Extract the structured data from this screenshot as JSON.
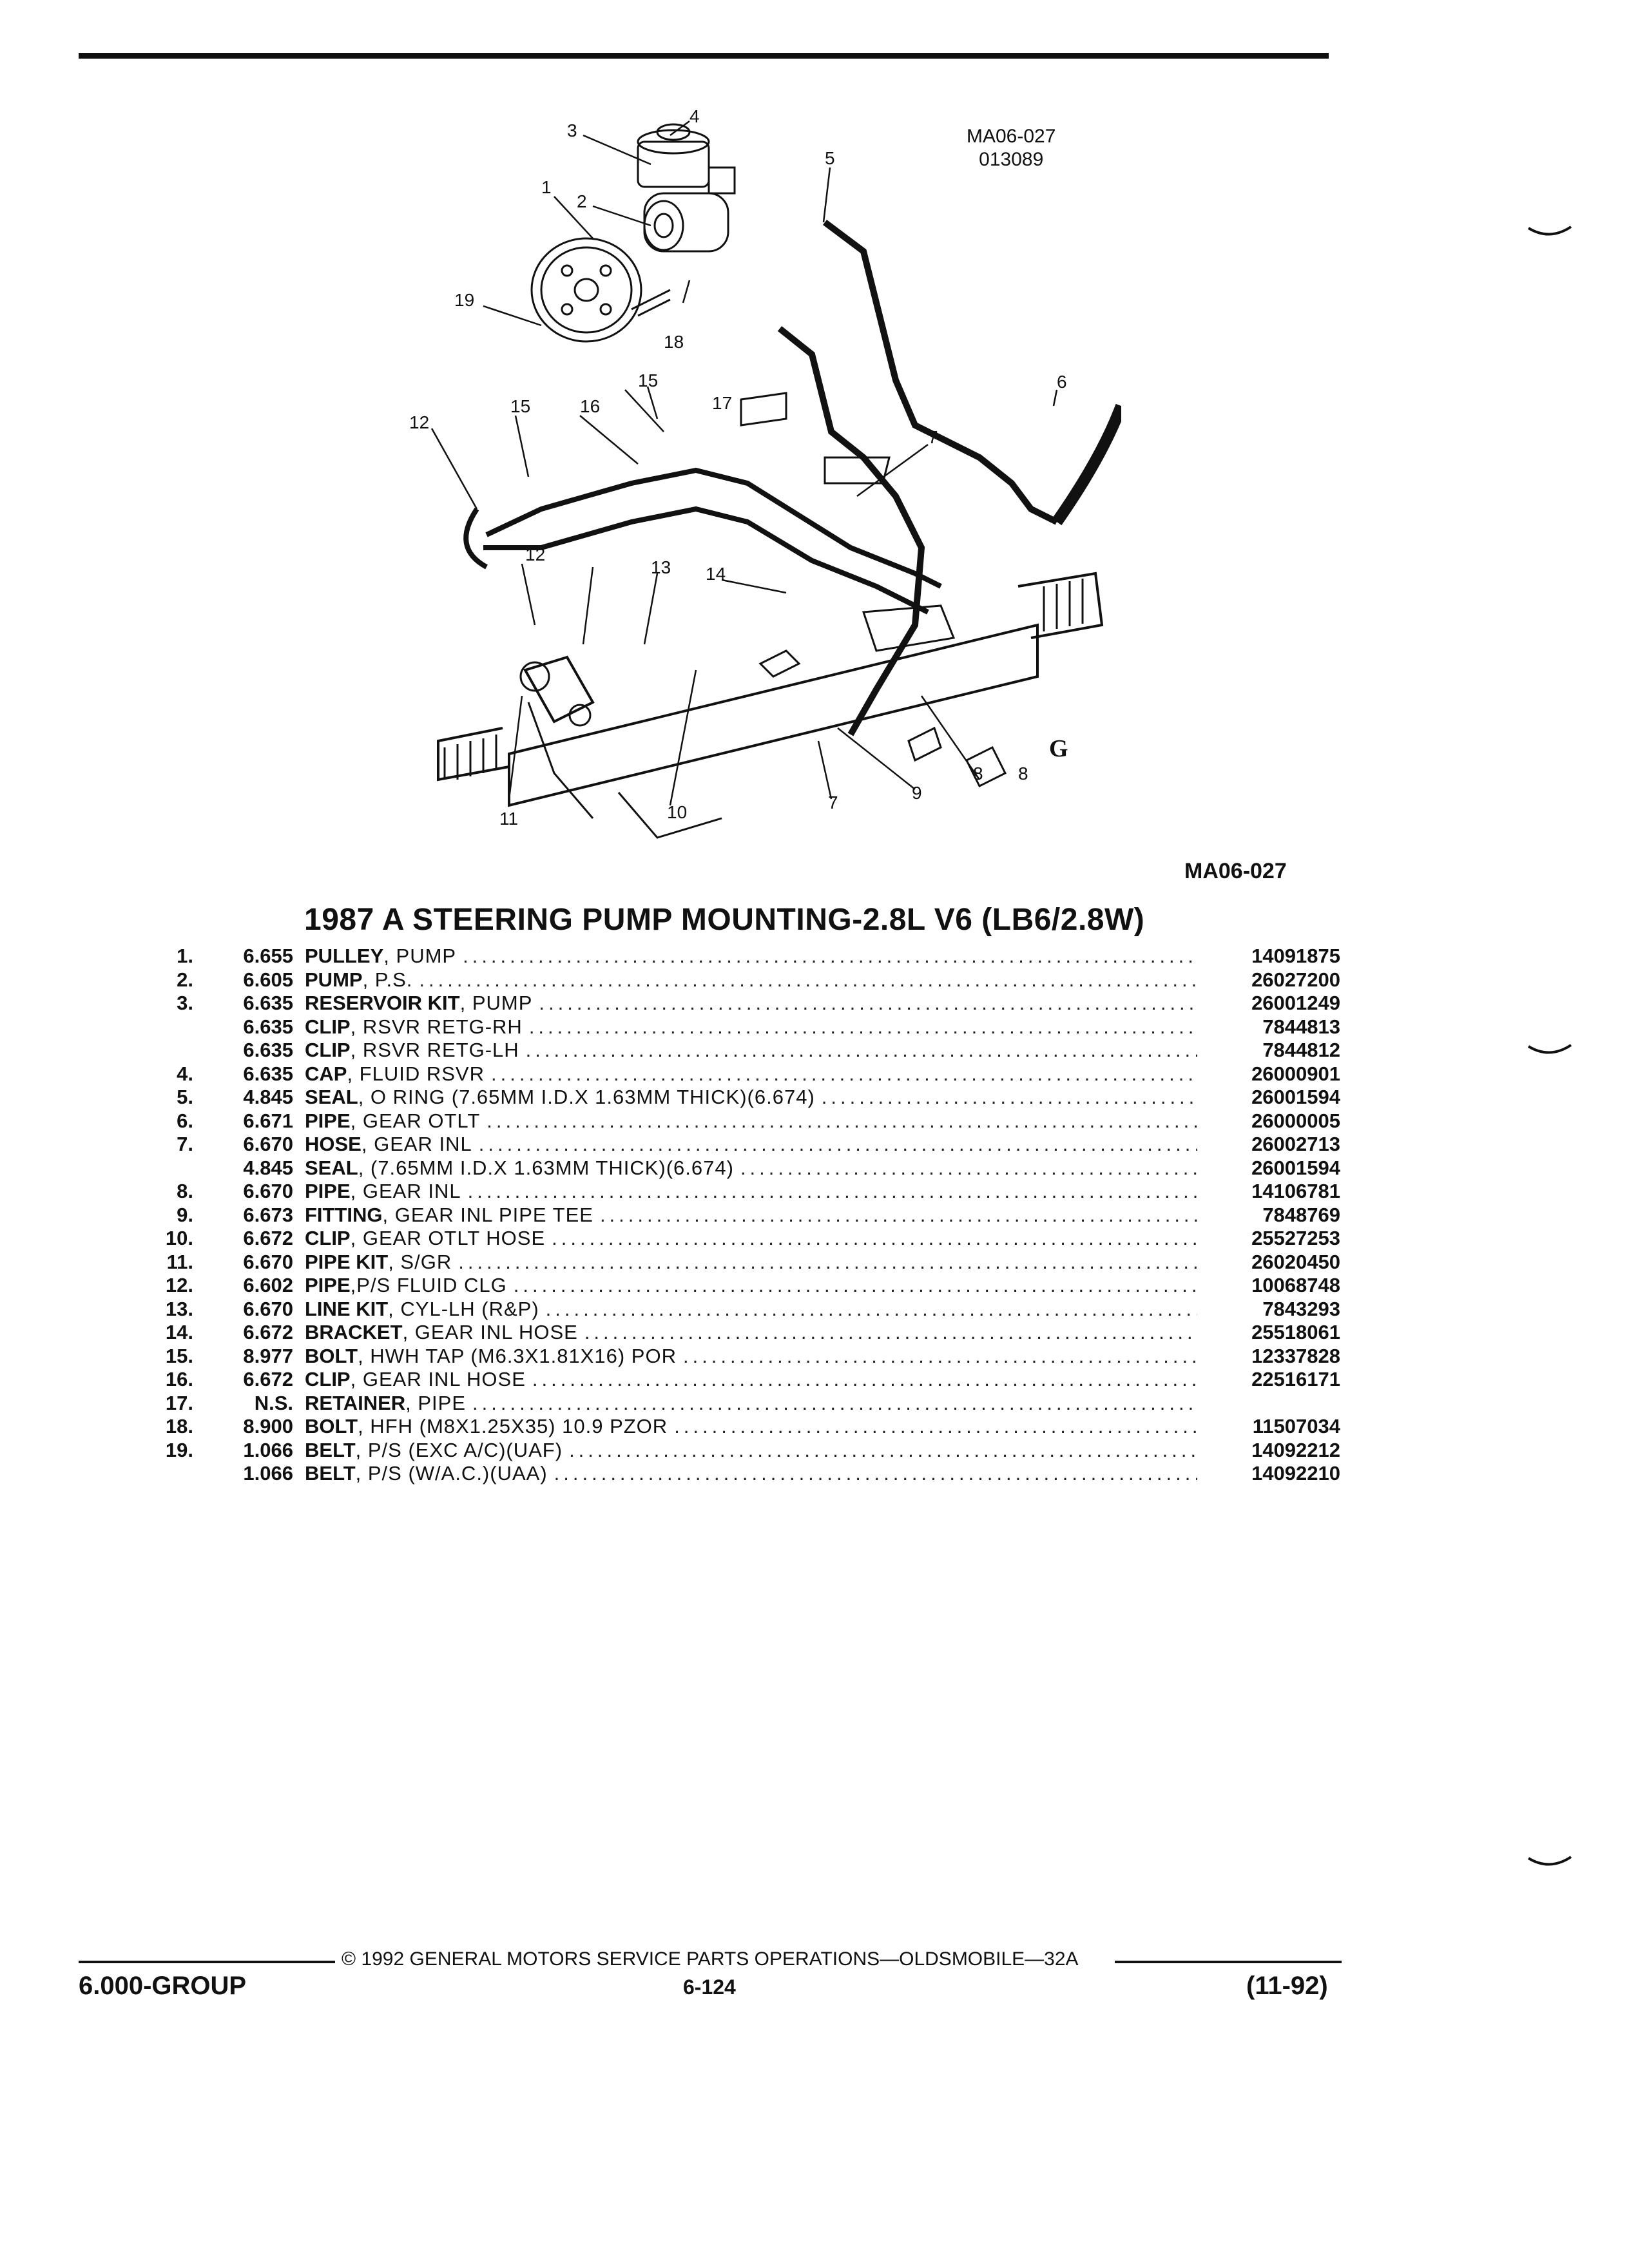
{
  "figure": {
    "code_top_line1": "MA06-027",
    "code_top_line2": "013089",
    "fig_code": "MA06-027",
    "logo": "G",
    "callouts": [
      "1",
      "2",
      "3",
      "4",
      "5",
      "6",
      "7",
      "7",
      "8",
      "8",
      "9",
      "10",
      "11",
      "12",
      "12",
      "13",
      "14",
      "15",
      "15",
      "16",
      "17",
      "18",
      "19"
    ]
  },
  "title": "1987 A STEERING PUMP MOUNTING-2.8L V6 (LB6/2.8W)",
  "parts": [
    {
      "num": "1.",
      "group": "6.655",
      "name": "PULLEY",
      "spec": ", PUMP",
      "part": "14091875"
    },
    {
      "num": "2.",
      "group": "6.605",
      "name": "PUMP",
      "spec": ", P.S.",
      "part": "26027200"
    },
    {
      "num": "3.",
      "group": "6.635",
      "name": "RESERVOIR KIT",
      "spec": ", PUMP",
      "part": "26001249"
    },
    {
      "num": "",
      "group": "6.635",
      "name": "CLIP",
      "spec": ", RSVR RETG-RH",
      "part": "7844813"
    },
    {
      "num": "",
      "group": "6.635",
      "name": "CLIP",
      "spec": ", RSVR RETG-LH",
      "part": "7844812"
    },
    {
      "num": "4.",
      "group": "6.635",
      "name": "CAP",
      "spec": ", FLUID RSVR",
      "part": "26000901"
    },
    {
      "num": "5.",
      "group": "4.845",
      "name": "SEAL",
      "spec": ", O RING (7.65MM I.D.X 1.63MM THICK)(6.674)",
      "part": "26001594"
    },
    {
      "num": "6.",
      "group": "6.671",
      "name": "PIPE",
      "spec": ", GEAR OTLT",
      "part": "26000005"
    },
    {
      "num": "7.",
      "group": "6.670",
      "name": "HOSE",
      "spec": ", GEAR INL",
      "part": "26002713"
    },
    {
      "num": "",
      "group": "4.845",
      "name": "SEAL",
      "spec": ", (7.65MM I.D.X 1.63MM THICK)(6.674)",
      "part": "26001594"
    },
    {
      "num": "8.",
      "group": "6.670",
      "name": "PIPE",
      "spec": ", GEAR INL",
      "part": "14106781"
    },
    {
      "num": "9.",
      "group": "6.673",
      "name": "FITTING",
      "spec": ", GEAR INL PIPE TEE",
      "part": "7848769"
    },
    {
      "num": "10.",
      "group": "6.672",
      "name": "CLIP",
      "spec": ", GEAR OTLT HOSE",
      "part": "25527253"
    },
    {
      "num": "11.",
      "group": "6.670",
      "name": "PIPE KIT",
      "spec": ", S/GR",
      "part": "26020450"
    },
    {
      "num": "12.",
      "group": "6.602",
      "name": "PIPE",
      "spec": ",P/S FLUID CLG",
      "part": "10068748"
    },
    {
      "num": "13.",
      "group": "6.670",
      "name": "LINE KIT",
      "spec": ", CYL-LH (R&P)",
      "part": "7843293"
    },
    {
      "num": "14.",
      "group": "6.672",
      "name": "BRACKET",
      "spec": ", GEAR INL HOSE",
      "part": "25518061"
    },
    {
      "num": "15.",
      "group": "8.977",
      "name": "BOLT",
      "spec": ", HWH TAP (M6.3X1.81X16) POR",
      "part": "12337828"
    },
    {
      "num": "16.",
      "group": "6.672",
      "name": "CLIP",
      "spec": ", GEAR INL HOSE",
      "part": "22516171"
    },
    {
      "num": "17.",
      "group": "N.S.",
      "name": "RETAINER",
      "spec": ", PIPE",
      "part": ""
    },
    {
      "num": "18.",
      "group": "8.900",
      "name": "BOLT",
      "spec": ", HFH (M8X1.25X35) 10.9 PZOR",
      "part": "11507034"
    },
    {
      "num": "19.",
      "group": "1.066",
      "name": "BELT",
      "spec": ", P/S (EXC A/C)(UAF)",
      "part": "14092212"
    },
    {
      "num": "",
      "group": "1.066",
      "name": "BELT",
      "spec": ", P/S (W/A.C.)(UAA)",
      "part": "14092210"
    }
  ],
  "footer": {
    "copyright": "© 1992 GENERAL MOTORS SERVICE PARTS OPERATIONS—OLDSMOBILE—32A",
    "group": "6.000-GROUP",
    "page": "6-124",
    "date": "(11-92)"
  }
}
